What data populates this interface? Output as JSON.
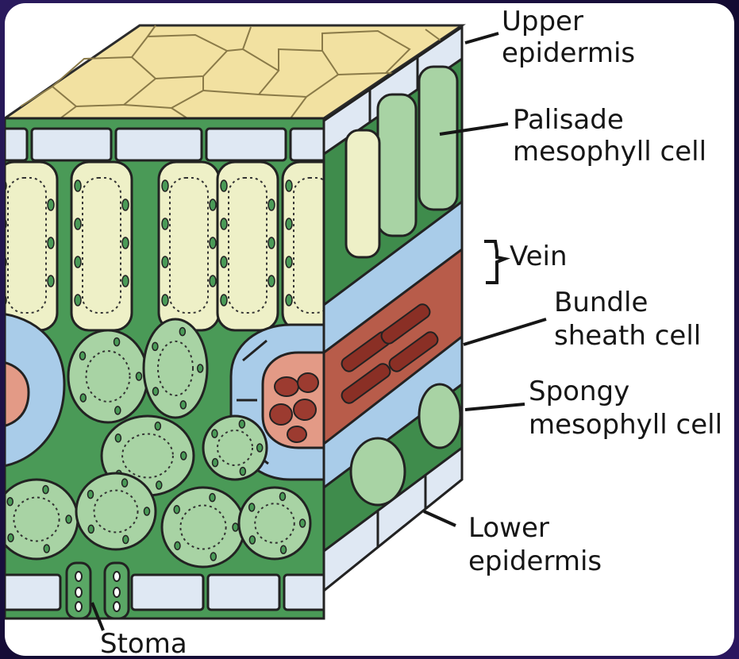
{
  "labels": {
    "upper_epidermis": [
      "Upper",
      "epidermis"
    ],
    "palisade": [
      "Palisade",
      "mesophyll cell"
    ],
    "vein": "Vein",
    "bundle_sheath": [
      "Bundle",
      "sheath cell"
    ],
    "spongy": [
      "Spongy",
      "mesophyll cell"
    ],
    "lower_epidermis": [
      "Lower",
      "epidermis"
    ],
    "stoma": "Stoma"
  },
  "colors": {
    "upper_surface": "#f2e1a1",
    "epidermis_cell": "#dfe8f3",
    "palisade_cell": "#eef0c7",
    "spongy_cell": "#a8d3a4",
    "mesophyll_green": "#4a9a57",
    "bundle_sheath": "#a9cce9",
    "xylem": "#b85c4a",
    "phloem": "#e39a86",
    "frame_bg": "#1b0f44"
  }
}
